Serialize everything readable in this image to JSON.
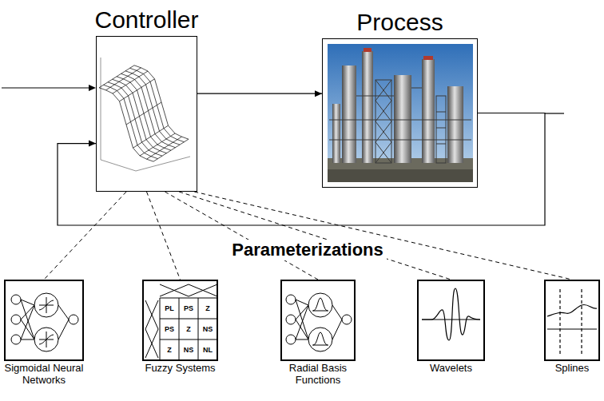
{
  "diagram": {
    "nodes": [
      {
        "text": [
          "Controller"
        ]
      },
      {
        "text": [
          "Process"
        ]
      },
      {
        "text": [
          "Sigmoidal Neural Networks"
        ]
      },
      {
        "text": [
          "Fuzzy Systems"
        ]
      },
      {
        "text": [
          "Radial Basis Functions"
        ]
      },
      {
        "text": [
          "Wavelets"
        ]
      },
      {
        "text": [
          "Splines"
        ]
      }
    ],
    "edges": [
      {
        "from": 0,
        "to": 1,
        "arrow": "to"
      },
      {
        "from": 1,
        "to": 0,
        "arrow": "to"
      },
      {
        "from": 0,
        "to": 2,
        "arrow": "none"
      },
      {
        "from": 0,
        "to": 3,
        "arrow": "none"
      },
      {
        "from": 0,
        "to": 4,
        "arrow": "none"
      },
      {
        "from": 0,
        "to": 5,
        "arrow": "none"
      },
      {
        "from": 0,
        "to": 6,
        "arrow": "none"
      }
    ],
    "labels": [
      "Parameterizations",
      "PL",
      "PS",
      "Z",
      "PS",
      "Z",
      "NS",
      "Z",
      "NS",
      "NL"
    ]
  }
}
